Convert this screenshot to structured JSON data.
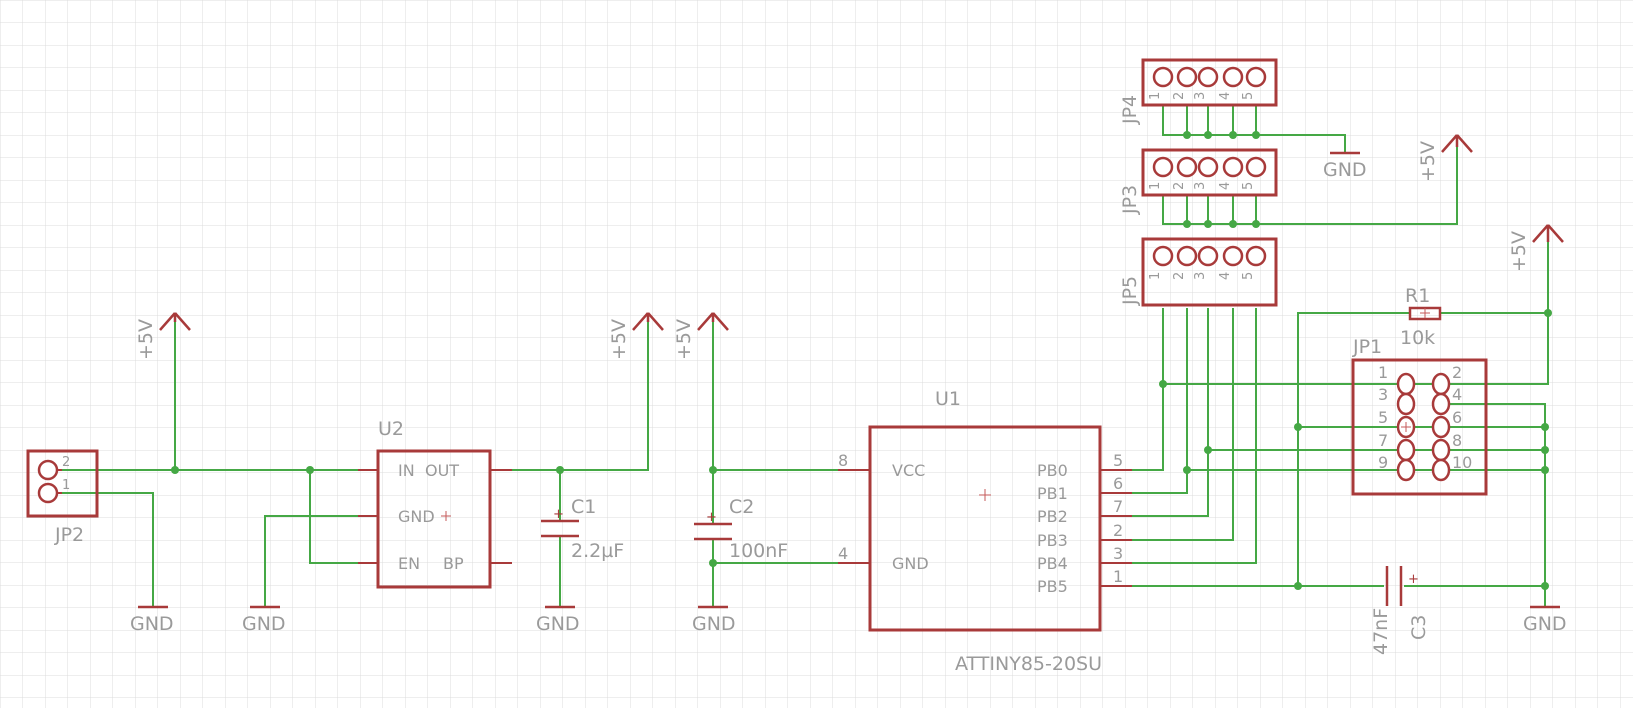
{
  "colors": {
    "background": "#ffffff",
    "grid": "#dcdcdc",
    "component": "#a83a3a",
    "wire": "#45a845",
    "label": "#9a9a9a"
  },
  "components": {
    "u1": {
      "name": "U1",
      "value": "ATTINY85-20SU",
      "pin_names": [
        "VCC",
        "GND",
        "PB0",
        "PB1",
        "PB2",
        "PB3",
        "PB4",
        "PB5"
      ],
      "pin_numbers": [
        "8",
        "4",
        "5",
        "6",
        "7",
        "2",
        "3",
        "1"
      ]
    },
    "u2": {
      "name": "U2",
      "pin_names": [
        "IN",
        "OUT",
        "GND",
        "EN",
        "BP"
      ]
    },
    "c1": {
      "name": "C1",
      "value": "2.2µF"
    },
    "c2": {
      "name": "C2",
      "value": "100nF"
    },
    "c3": {
      "name": "C3",
      "value": "47nF"
    },
    "r1": {
      "name": "R1",
      "value": "10k"
    },
    "jp1": {
      "name": "JP1",
      "pins": [
        "1",
        "2",
        "3",
        "4",
        "5",
        "6",
        "7",
        "8",
        "9",
        "10"
      ]
    },
    "jp2": {
      "name": "JP2",
      "pins": [
        "2",
        "1"
      ]
    },
    "jp3": {
      "name": "JP3",
      "pins": [
        "1",
        "2",
        "3",
        "4",
        "5"
      ]
    },
    "jp4": {
      "name": "JP4",
      "pins": [
        "1",
        "2",
        "3",
        "4",
        "5"
      ]
    },
    "jp5": {
      "name": "JP5",
      "pins": [
        "1",
        "2",
        "3",
        "4",
        "5"
      ]
    }
  },
  "supplies": {
    "plus5v": "+5V",
    "gnd": "GND"
  }
}
